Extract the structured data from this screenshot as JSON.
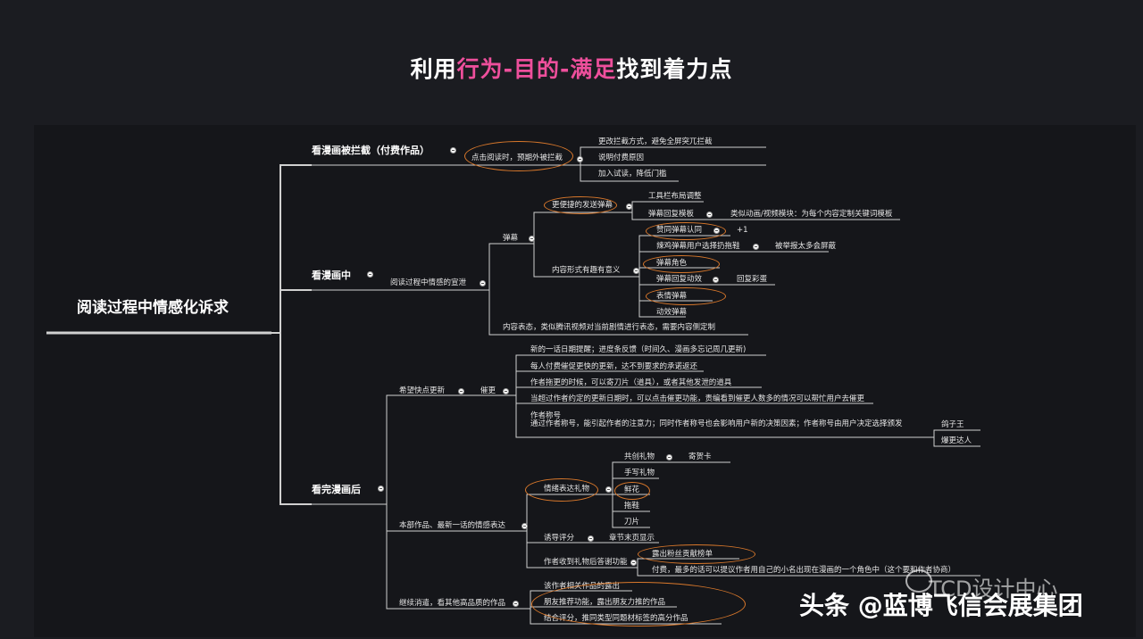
{
  "headline": {
    "part1": "利用",
    "highlight": "行为-目的-满足",
    "part2": "找到着力点"
  },
  "colors": {
    "accent": "#ee4f9c",
    "line": "#d0d0d0",
    "highlight_ring": "#d9782b"
  },
  "mindmap": {
    "root": "阅读过程中情感化诉求",
    "branches": {
      "b1": {
        "label": "看漫画被拦截（付费作品）",
        "n1": "点击阅读时，预期外被拦截",
        "c1": "更改拦截方式，避免全屏突兀拦截",
        "c2": "说明付费原因",
        "c3": "加入试读，降低门槛"
      },
      "b2": {
        "label": "看漫画中",
        "n1": "阅读过程中情感的宣泄",
        "danmu": "弹幕",
        "fast": "更便捷的发送弹幕",
        "toolbar": "工具栏布局调整",
        "reply_tpl": "弹幕回复模板",
        "reply_tpl_note": "类似动画/视频模块：为每个内容定制关键词模板",
        "fun": "内容形式有趣有意义",
        "agree": "赞同弹幕认同",
        "plus_one": "+1",
        "throw": "辣鸡弹幕用户选择扔拖鞋",
        "throw_note": "被举报太多会屏蔽",
        "role": "弹幕角色",
        "reply_anim": "弹幕回复动效",
        "easter": "回复彩蛋",
        "emoji": "表情弹幕",
        "anim": "动效弹幕",
        "express": "内容表态，类似腾讯视频对当前剧情进行表态，需要内容侧定制"
      },
      "b3": {
        "label": "看完漫画后",
        "hope": "希望快点更新",
        "urge": "催更",
        "u1": "新的一话日期提醒；进度条反馈（时间久、漫画多忘记周几更新)",
        "u2": "每人付费催促更快的更新，达不到要求的承诺返还",
        "u3": "作者拖更的时候，可以寄刀片（道具），或者其他发泄的道具",
        "u4": "当超过作者约定的更新日期时，可以点击催更功能，责编看到催更人数多的情况可以帮忙用户去催更",
        "u5_title": "作者称号",
        "u5_text": "通过作者称号，能引起作者的注意力；同时作者称号也会影响用户新的决策因素；作者称号由用户决定选择颁发",
        "u5_a": "鸽子王",
        "u5_b": "爆更达人",
        "emo": "本部作品、最新一话的情感表达",
        "gift": "情绪表达礼物",
        "g1": "共创礼物",
        "g1_note": "寄贺卡",
        "g2": "手写礼物",
        "g3": "鲜花",
        "g4": "拖鞋",
        "g5": "刀片",
        "rate": "诱导评分",
        "rate_note": "章节末页显示",
        "thanks": "作者收到礼物后答谢功能",
        "t1": "露出粉丝贡献榜单",
        "t2": "付费，最多的话可以提议作者用自己的小名出现在漫画的一个角色中（这个要和作者协商）",
        "cont": "继续消遣，看其他高品质的作品",
        "k1": "该作者相关作品的露出",
        "k2": "朋友推荐功能，露出朋友力推的作品",
        "k3": "结合评分，推同类型同题材标签的高分作品"
      }
    }
  },
  "watermark": {
    "brand": "TCD设计中心",
    "byline": "头条 @蓝博飞信会展集团"
  }
}
